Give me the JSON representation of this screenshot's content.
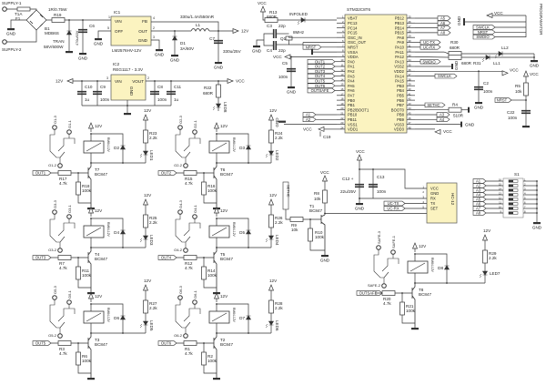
{
  "net": {
    "v12": "12V",
    "vcc": "VCC",
    "gnd": "GND"
  },
  "colors": {
    "ic_fill": "#fbf3c0",
    "wire": "#333333"
  },
  "power": {
    "supply1": "SUPPLY-1",
    "supply2": "SUPPLY-2",
    "fuse": {
      "value": "T1A",
      "ref": "F1"
    },
    "bridge": {
      "ref": "B1",
      "value": "MDB6S"
    },
    "r19": {
      "value": "1R/0.75W",
      "ref": "R19"
    },
    "tran": {
      "name": "TRAN",
      "value": "58V/600W"
    },
    "c6": {
      "ref": "C6",
      "value": "470u/63V"
    },
    "ic1": {
      "ref": "IC1",
      "part": "LM2576HV-12V",
      "pins": [
        "VIN",
        "OFF",
        "FB",
        "OUT",
        "GND"
      ],
      "pin_numbers": [
        "1",
        "5",
        "4",
        "2",
        "3"
      ]
    },
    "l1": {
      "ref": "L1",
      "value": "330u/1.4A/550mR"
    },
    "d1": {
      "ref": "D1",
      "value": "3A/60V"
    },
    "c7": {
      "ref": "C7",
      "value": "330u/25V"
    }
  },
  "regulator": {
    "ic2": {
      "ref": "IC2",
      "part": "REG1117 - 3.3V",
      "pins": [
        "VIN",
        "VOUT",
        "GND"
      ],
      "pin_numbers": [
        "3",
        "2"
      ]
    },
    "c10": {
      "ref": "C10",
      "value": "1u"
    },
    "c9": {
      "ref": "C9",
      "value": "100n"
    },
    "c8": {
      "ref": "C8",
      "value": "100n"
    },
    "c11": {
      "ref": "C11",
      "value": "1u"
    },
    "r22": {
      "ref": "R22",
      "value": "680R"
    },
    "led": "LED8"
  },
  "mcu": {
    "part": "STM32C8T6",
    "left_pins": [
      "VBAT",
      "PC13",
      "PC14",
      "PC15",
      "OSC_IN",
      "OSC_OUT",
      "NRST",
      "VSSA",
      "VDDA",
      "PA0",
      "PA1",
      "PA2",
      "PA3",
      "PA4",
      "PA5",
      "PA6",
      "PA7",
      "PB0",
      "PB1",
      "PB2/BOOT1",
      "PB10",
      "PB11",
      "VSS1",
      "VDD1"
    ],
    "left_numbers": [
      "1",
      "2",
      "3",
      "4",
      "5",
      "6",
      "7",
      "8",
      "9",
      "10",
      "11",
      "12",
      "13",
      "14",
      "15",
      "16",
      "17",
      "18",
      "19",
      "20",
      "21",
      "22",
      "23",
      "24"
    ],
    "right_pins": [
      "PB12",
      "PB13",
      "PB14",
      "PB15",
      "PA8",
      "PA9",
      "PA10",
      "PA11",
      "PA12",
      "PA13",
      "VSS2",
      "VDD2",
      "PA14",
      "PA15",
      "PB3",
      "PB4",
      "PB5",
      "PB6",
      "PB7",
      "BOOT0",
      "PB8",
      "PB9",
      "VSS3",
      "VDD3"
    ],
    "right_numbers": [
      "25",
      "26",
      "27",
      "28",
      "29",
      "30",
      "31",
      "32",
      "33",
      "34",
      "35",
      "36",
      "37",
      "38",
      "39",
      "40",
      "41",
      "42",
      "43",
      "44",
      "45",
      "46",
      "47",
      "48"
    ],
    "out_tags": [
      "OUT1",
      "OUT2",
      "OUT3",
      "OUT4",
      "OUT5",
      "OUT6",
      "OUTSAFE"
    ],
    "addr_left": [
      "A1",
      "A2"
    ],
    "addr_right_top": [
      "A5",
      "A6",
      "A7",
      "A8"
    ],
    "addr_right_bottom": [
      "A3",
      "A4"
    ],
    "nrst": "NRST",
    "uc_tx": "UC-TX",
    "uc_rx": "UC-RX",
    "swdio": "SWDIO",
    "swclk": "SWCLK",
    "sethc": "SETHC",
    "r13": {
      "ref": "R13",
      "value": "680R"
    },
    "infoled": "INFOLED",
    "c3": {
      "ref": "C3",
      "value": "22p"
    },
    "c4": {
      "ref": "C4",
      "value": "22p"
    },
    "q1": {
      "ref": "Q1",
      "value": "8MHz"
    },
    "c5": {
      "ref": "C5",
      "value": "100n"
    },
    "c19": {
      "ref": "C19"
    },
    "r30": {
      "ref": "R30",
      "value": "680R"
    },
    "r31": {
      "ref": "R31",
      "value": "680R"
    },
    "ll1": "LL1",
    "ll2": "LL2",
    "c2": {
      "ref": "C2",
      "value": "100n"
    },
    "r4": {
      "ref": "R4",
      "value": "510R"
    },
    "r5": {
      "ref": "R5",
      "value": "10k"
    },
    "c22": {
      "ref": "C22",
      "value": "100n"
    }
  },
  "programmer": {
    "title": "PROGRAMATOR",
    "signals": [
      "SWCLK",
      "NRST",
      "SWDIO"
    ]
  },
  "radio": {
    "ref": "HC-12",
    "pins": [
      "VCC",
      "GND",
      "RX",
      "TX",
      "SET"
    ],
    "pin_numbers": [
      "1",
      "2",
      "3",
      "4",
      "5"
    ],
    "c12": {
      "ref": "C12 +",
      "value": "22u/25V"
    },
    "c13": {
      "ref": "C13",
      "value": "100n"
    },
    "t1": {
      "ref": "T1",
      "part": "BC847"
    },
    "r8": {
      "ref": "R8",
      "value": "10k"
    },
    "r9": {
      "ref": "R9",
      "value": "10k"
    },
    "r10": {
      "ref": "R10",
      "value": "100k"
    }
  },
  "dip": {
    "ref": "S1",
    "tags": [
      "A1",
      "A2",
      "A3",
      "A4",
      "A5",
      "A6",
      "A7",
      "A8"
    ],
    "left_numbers": [
      "16",
      "15",
      "14",
      "13",
      "12",
      "11",
      "10",
      "9"
    ],
    "right_numbers": [
      "1",
      "2",
      "3",
      "4",
      "5",
      "6",
      "7",
      "8"
    ]
  },
  "relays": {
    "part": "RM84-12V",
    "blocks": [
      {
        "tag": "OUT1",
        "rin": "R17",
        "rin_val": "4.7k",
        "rpd": "R18",
        "rpd_val": "100k",
        "t": "T7",
        "t_part": "BC847",
        "d": "D2",
        "rled": "R23",
        "rled_val": "2.2k",
        "led": "LED1",
        "c3": "O1-3",
        "c1": "O1-1",
        "c2": "O1-2"
      },
      {
        "tag": "OUT2",
        "rin": "R15",
        "rin_val": "4.7k",
        "rpd": "R16",
        "rpd_val": "100k",
        "t": "T6",
        "t_part": "BC847",
        "d": "D3",
        "rled": "R24",
        "rled_val": "2.2k",
        "led": "LED2",
        "c3": "O2-3",
        "c1": "O2-1",
        "c2": "O2-2"
      },
      {
        "tag": "OUT3",
        "rin": "R7",
        "rin_val": "4.7k",
        "rpd": "R11",
        "rpd_val": "100k",
        "t": "T4",
        "t_part": "BC847",
        "d": "D4",
        "rled": "R25",
        "rled_val": "2.2k",
        "led": "LED3",
        "c3": "O3-3",
        "c1": "O3-1",
        "c2": "O3-2"
      },
      {
        "tag": "OUT4",
        "rin": "R12",
        "rin_val": "4.7k",
        "rpd": "R14",
        "rpd_val": "100k",
        "t": "T5",
        "t_part": "BC847",
        "d": "D5",
        "rled": "R26",
        "rled_val": "2.2k",
        "led": "LED4",
        "c3": "O4-3",
        "c1": "O4-1",
        "c2": "O4-2"
      },
      {
        "tag": "OUT5",
        "rin": "R3",
        "rin_val": "4.7k",
        "rpd": "R6",
        "rpd_val": "100k",
        "t": "T3",
        "t_part": "BC847",
        "d": "D6",
        "rled": "R27",
        "rled_val": "2.2k",
        "led": "LED5",
        "c3": "O5-3",
        "c1": "O5-1",
        "c2": "O5-2"
      },
      {
        "tag": "OUT6",
        "rin": "R1",
        "rin_val": "4.7k",
        "rpd": "R2",
        "rpd_val": "100k",
        "t": "T2",
        "t_part": "BC847",
        "d": "D7",
        "rled": "R28",
        "rled_val": "2.2k",
        "led": "LED6",
        "c3": "O6-3",
        "c1": "O6-1",
        "c2": "O6-2"
      },
      {
        "tag": "OUTSAFE",
        "rin": "R20",
        "rin_val": "4.7k",
        "rpd": "R21",
        "rpd_val": "100k",
        "t": "T8",
        "t_part": "BC847",
        "d": "D8",
        "rled": "R29",
        "rled_val": "2.2k",
        "led": "LED7",
        "c3": "SAFE-3",
        "c1": "SAFE-1",
        "c2": "SAFE-2"
      }
    ]
  }
}
